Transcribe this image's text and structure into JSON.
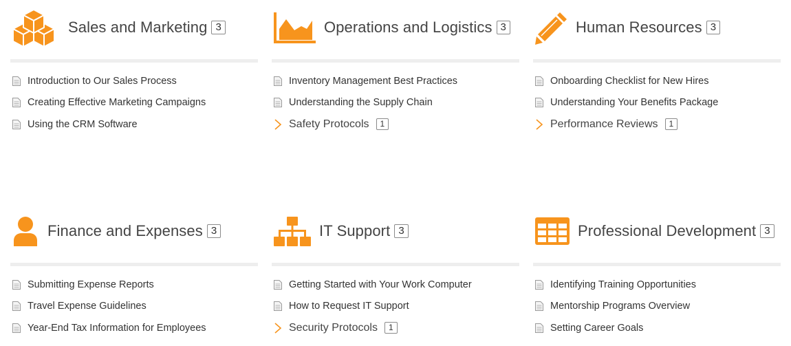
{
  "colors": {
    "accent": "#F7941D",
    "divider": "#EEEEEE",
    "text": "#333333"
  },
  "categories": [
    {
      "title": "Sales and Marketing",
      "count": "3",
      "icon": "cubes-icon",
      "articles": [
        "Introduction to Our Sales Process",
        "Creating Effective Marketing Campaigns",
        "Using the CRM Software"
      ]
    },
    {
      "title": "Operations and Logistics",
      "count": "3",
      "icon": "area-chart-icon",
      "articles": [
        "Inventory Management Best Practices",
        "Understanding the Supply Chain"
      ],
      "subcategory": {
        "label": "Safety Protocols",
        "count": "1"
      }
    },
    {
      "title": "Human Resources",
      "count": "3",
      "icon": "pencil-icon",
      "articles": [
        "Onboarding Checklist for New Hires",
        "Understanding Your Benefits Package"
      ],
      "subcategory": {
        "label": "Performance Reviews",
        "count": "1"
      }
    },
    {
      "title": "Finance and Expenses",
      "count": "3",
      "icon": "user-icon",
      "articles": [
        "Submitting Expense Reports",
        "Travel Expense Guidelines",
        "Year-End Tax Information for Employees"
      ]
    },
    {
      "title": "IT Support",
      "count": "3",
      "icon": "sitemap-icon",
      "articles": [
        "Getting Started with Your Work Computer",
        "How to Request IT Support"
      ],
      "subcategory": {
        "label": "Security Protocols",
        "count": "1"
      }
    },
    {
      "title": "Professional Development",
      "count": "3",
      "icon": "table-grid-icon",
      "articles": [
        "Identifying Training Opportunities",
        "Mentorship Programs Overview",
        "Setting Career Goals"
      ]
    }
  ]
}
